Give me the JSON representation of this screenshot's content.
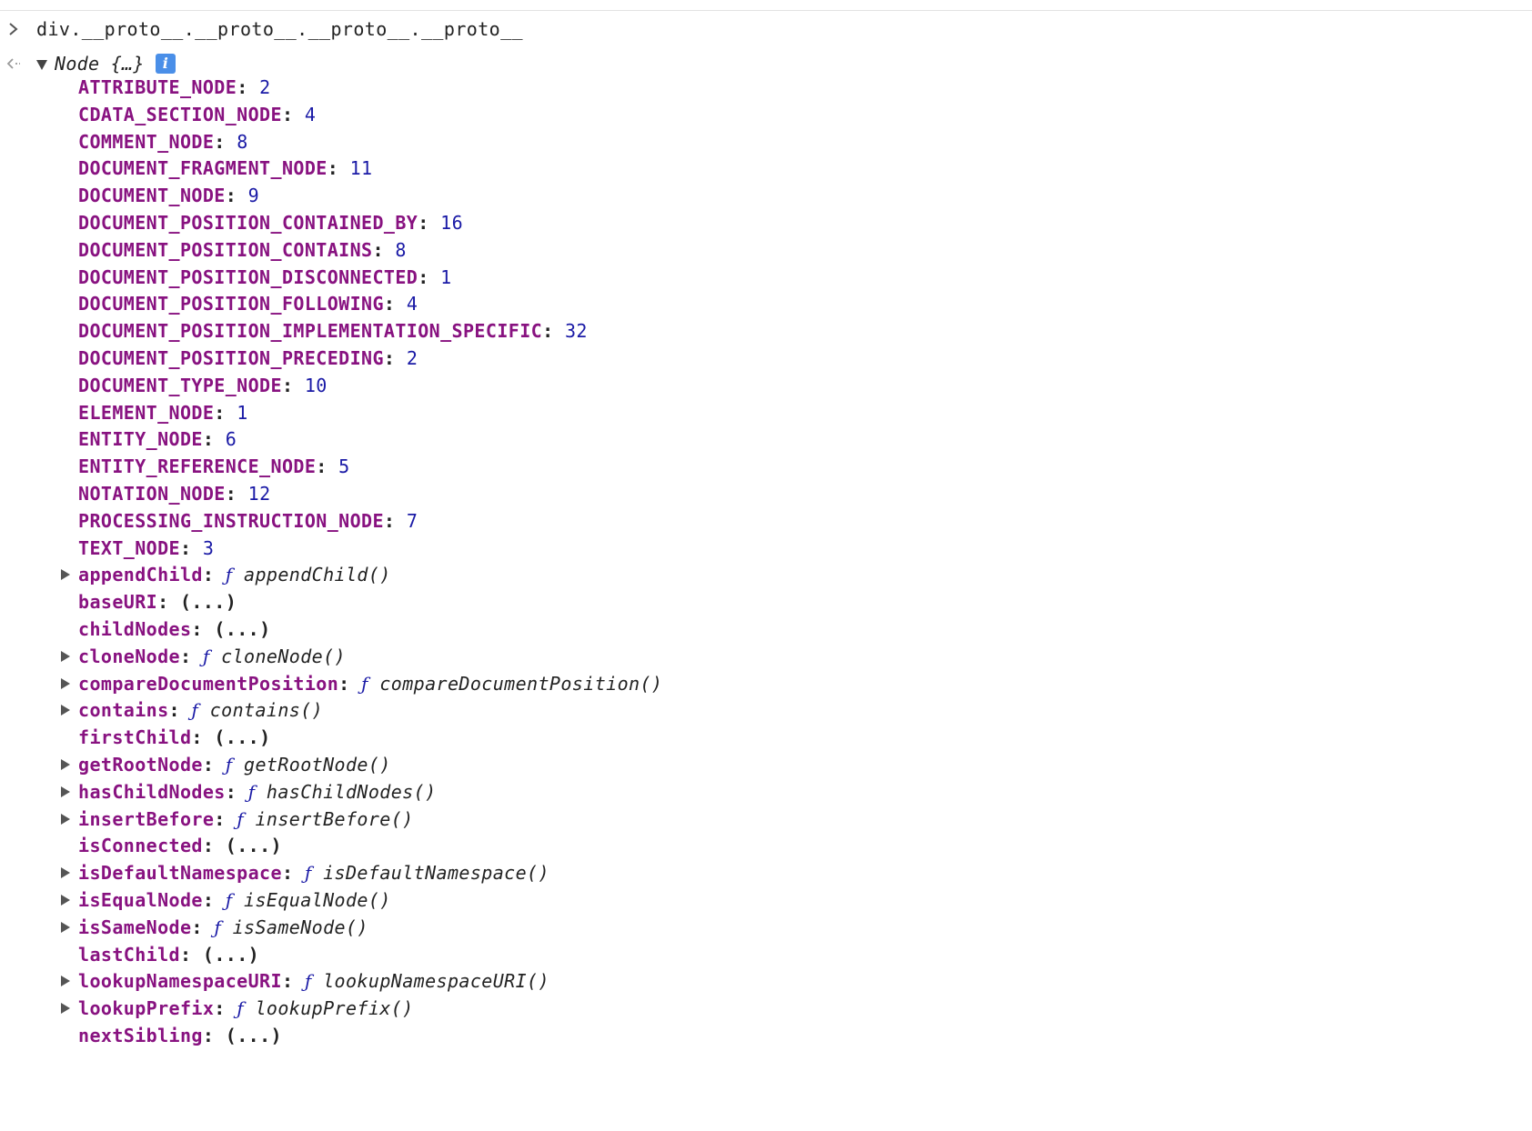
{
  "console": {
    "command": "div.__proto__.__proto__.__proto__.__proto__",
    "result_label": "Node {…}",
    "info_badge": "i",
    "properties": [
      {
        "key": "ATTRIBUTE_NODE",
        "kind": "number",
        "value": "2"
      },
      {
        "key": "CDATA_SECTION_NODE",
        "kind": "number",
        "value": "4"
      },
      {
        "key": "COMMENT_NODE",
        "kind": "number",
        "value": "8"
      },
      {
        "key": "DOCUMENT_FRAGMENT_NODE",
        "kind": "number",
        "value": "11"
      },
      {
        "key": "DOCUMENT_NODE",
        "kind": "number",
        "value": "9"
      },
      {
        "key": "DOCUMENT_POSITION_CONTAINED_BY",
        "kind": "number",
        "value": "16"
      },
      {
        "key": "DOCUMENT_POSITION_CONTAINS",
        "kind": "number",
        "value": "8"
      },
      {
        "key": "DOCUMENT_POSITION_DISCONNECTED",
        "kind": "number",
        "value": "1"
      },
      {
        "key": "DOCUMENT_POSITION_FOLLOWING",
        "kind": "number",
        "value": "4"
      },
      {
        "key": "DOCUMENT_POSITION_IMPLEMENTATION_SPECIFIC",
        "kind": "number",
        "value": "32"
      },
      {
        "key": "DOCUMENT_POSITION_PRECEDING",
        "kind": "number",
        "value": "2"
      },
      {
        "key": "DOCUMENT_TYPE_NODE",
        "kind": "number",
        "value": "10"
      },
      {
        "key": "ELEMENT_NODE",
        "kind": "number",
        "value": "1"
      },
      {
        "key": "ENTITY_NODE",
        "kind": "number",
        "value": "6"
      },
      {
        "key": "ENTITY_REFERENCE_NODE",
        "kind": "number",
        "value": "5"
      },
      {
        "key": "NOTATION_NODE",
        "kind": "number",
        "value": "12"
      },
      {
        "key": "PROCESSING_INSTRUCTION_NODE",
        "kind": "number",
        "value": "7"
      },
      {
        "key": "TEXT_NODE",
        "kind": "number",
        "value": "3"
      },
      {
        "key": "appendChild",
        "kind": "function",
        "value": "appendChild()"
      },
      {
        "key": "baseURI",
        "kind": "getter",
        "value": "(...)"
      },
      {
        "key": "childNodes",
        "kind": "getter",
        "value": "(...)"
      },
      {
        "key": "cloneNode",
        "kind": "function",
        "value": "cloneNode()"
      },
      {
        "key": "compareDocumentPosition",
        "kind": "function",
        "value": "compareDocumentPosition()"
      },
      {
        "key": "contains",
        "kind": "function",
        "value": "contains()"
      },
      {
        "key": "firstChild",
        "kind": "getter",
        "value": "(...)"
      },
      {
        "key": "getRootNode",
        "kind": "function",
        "value": "getRootNode()"
      },
      {
        "key": "hasChildNodes",
        "kind": "function",
        "value": "hasChildNodes()"
      },
      {
        "key": "insertBefore",
        "kind": "function",
        "value": "insertBefore()"
      },
      {
        "key": "isConnected",
        "kind": "getter",
        "value": "(...)"
      },
      {
        "key": "isDefaultNamespace",
        "kind": "function",
        "value": "isDefaultNamespace()"
      },
      {
        "key": "isEqualNode",
        "kind": "function",
        "value": "isEqualNode()"
      },
      {
        "key": "isSameNode",
        "kind": "function",
        "value": "isSameNode()"
      },
      {
        "key": "lastChild",
        "kind": "getter",
        "value": "(...)"
      },
      {
        "key": "lookupNamespaceURI",
        "kind": "function",
        "value": "lookupNamespaceURI()"
      },
      {
        "key": "lookupPrefix",
        "kind": "function",
        "value": "lookupPrefix()"
      },
      {
        "key": "nextSibling",
        "kind": "getter",
        "value": "(...)"
      }
    ],
    "function_symbol": "ƒ",
    "colors": {
      "key": "#881280",
      "number": "#1a1aa6",
      "info_badge": "#4a8fe8"
    }
  }
}
